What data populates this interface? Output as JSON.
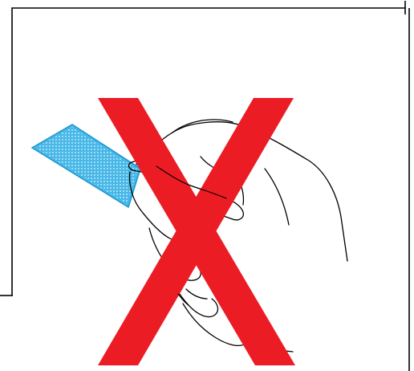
{
  "diagram": {
    "kind": "do-not-handle-illustration",
    "elements": [
      "frame-border",
      "test-strip",
      "hand",
      "prohibition-cross"
    ],
    "colors": {
      "strip_fill": "#47b8e8",
      "strip_edge": "#1e96cc",
      "cross": "#ec1c24",
      "outline": "#000000",
      "background": "#ffffff"
    }
  }
}
